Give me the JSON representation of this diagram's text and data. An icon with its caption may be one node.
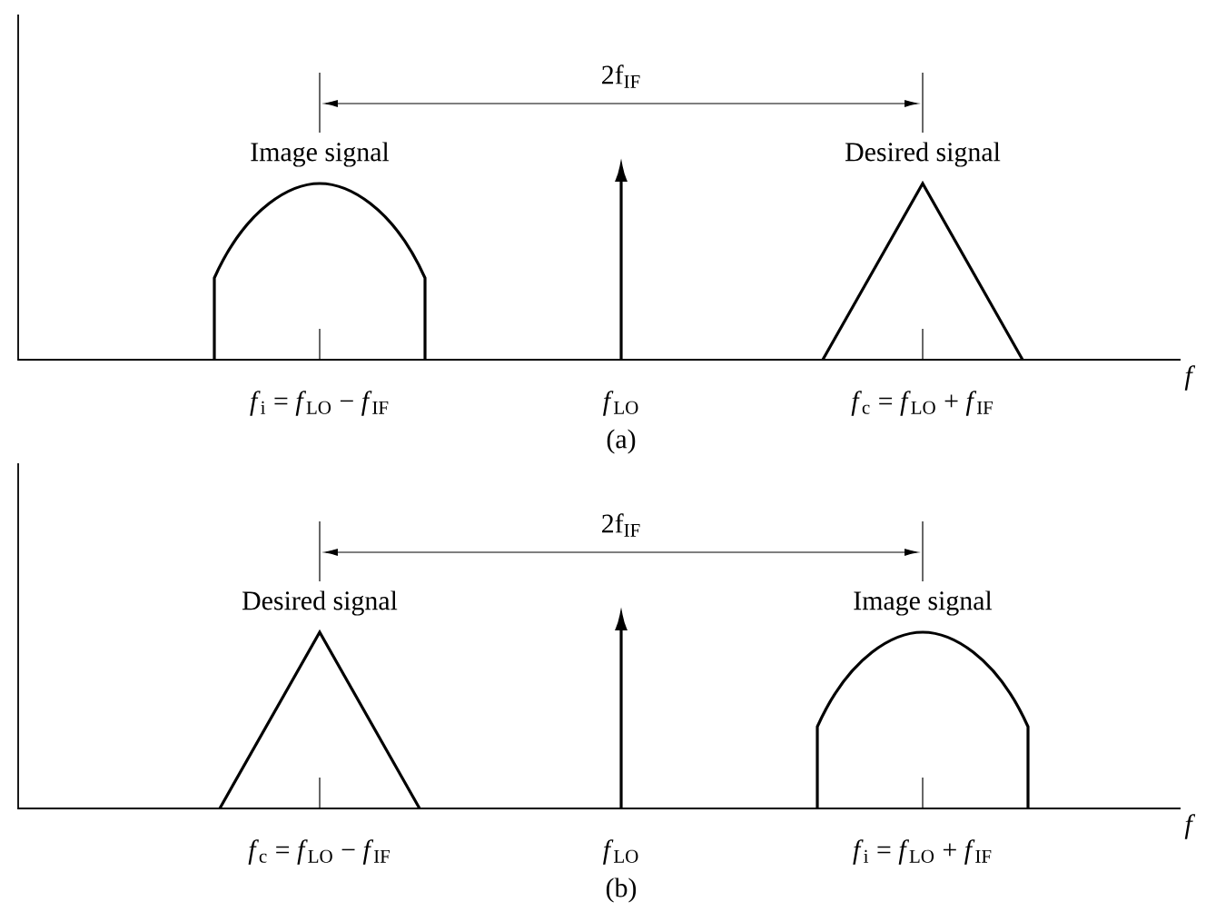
{
  "diagram": {
    "labels": [
      "2f$_{IF}$",
      "Image signal",
      "Desired signal",
      "*f*$_{i}$ = *f*$_{LO}$ − *f*$_{IF}$",
      "*f*$_{LO}$",
      "*f*$_{c}$ = *f*$_{LO}$ + *f*$_{IF}$",
      "*f*",
      "(a)",
      "2f$_{IF}$",
      "Desired signal",
      "Image signal",
      "*f*$_{c}$ = *f*$_{LO}$ − *f*$_{IF}$",
      "*f*$_{LO}$",
      "*f*$_{i}$ = *f*$_{LO}$ + *f*$_{IF}$",
      "*f*",
      "(b)"
    ]
  }
}
